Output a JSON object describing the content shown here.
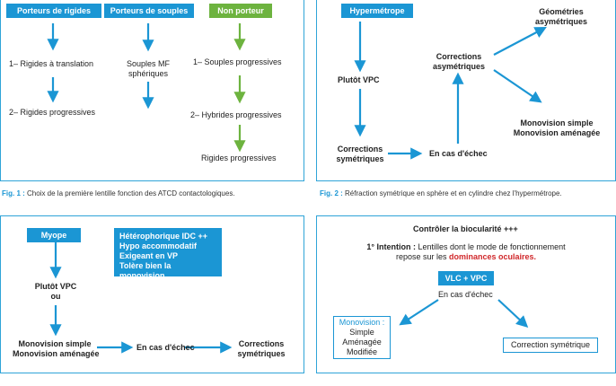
{
  "fig1": {
    "box_rigides": "Porteurs de rigides",
    "box_souples": "Porteurs de souples",
    "box_non": "Non porteur",
    "rig_1": "1– Rigides à translation",
    "rig_2": "2– Rigides progressives",
    "soup_1": "Souples MF",
    "soup_2": "sphériques",
    "non_1": "1– Souples progressives",
    "non_2": "2– Hybrides progressives",
    "non_3": "Rigides progressives",
    "caption_label": "Fig. 1 :",
    "caption_text": " Choix de la première lentille fonction des ATCD contactologiques."
  },
  "fig2": {
    "box": "Hypermétrope",
    "plutot": "Plutôt VPC",
    "corr_sym_1": "Corrections",
    "corr_sym_2": "symétriques",
    "echec": "En cas d'échec",
    "corr_asym_1": "Corrections",
    "corr_asym_2": "asymétriques",
    "geo_1": "Géométries",
    "geo_2": "asymétriques",
    "mono_1": "Monovision simple",
    "mono_2": "Monovision aménagée",
    "caption_label": "Fig. 2 :",
    "caption_text": " Réfraction symétrique en sphère et en cylindre chez l'hypermétrope."
  },
  "fig3": {
    "box": "Myope",
    "info_1": "Hétérophorique IDC ++",
    "info_2": "Hypo accommodatif",
    "info_3": "Exigeant en VP",
    "info_4": "Tolère bien la monovision",
    "plutot": "Plutôt VPC",
    "ou": "ou",
    "mono_1": "Monovision simple",
    "mono_2": "Monovision aménagée",
    "echec": "En cas d'échec",
    "corr_1": "Corrections",
    "corr_2": "symétriques"
  },
  "fig4": {
    "title": "Contrôler la biocularité +++",
    "intent_label": "1° Intention :",
    "intent_text": " Lentilles dont le mode de fonctionnement",
    "intent_line2": "repose sur les ",
    "intent_red": "dominances oculaires.",
    "vlc": "VLC + VPC",
    "echec": "En cas d'échec",
    "mono_title": "Monovision :",
    "mono_1": "Simple",
    "mono_2": "Aménagée",
    "mono_3": "Modifiée",
    "corr": "Correction symétrique"
  },
  "colors": {
    "blue": "#1b96d4",
    "green": "#6db33f",
    "red": "#d0282b",
    "border": "#2fa4d8"
  }
}
